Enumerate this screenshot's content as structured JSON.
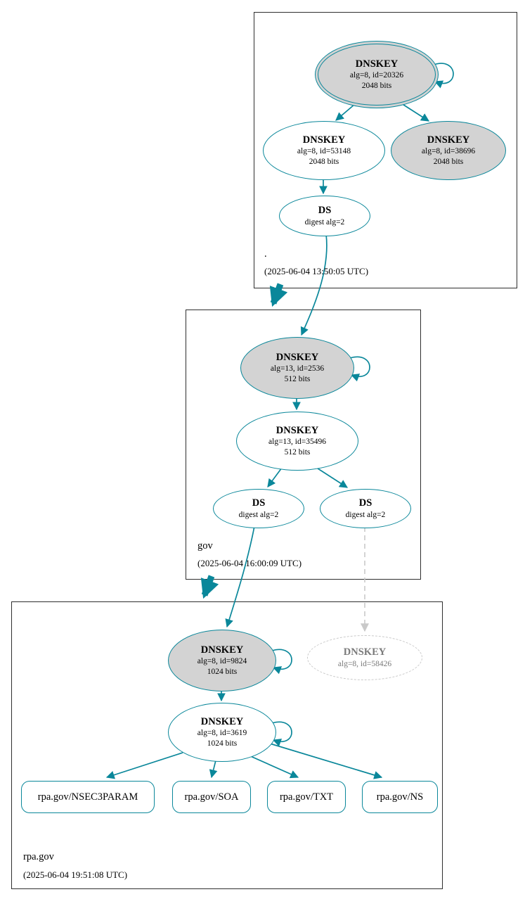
{
  "root_zone": {
    "label": ".",
    "timestamp": "(2025-06-04 13:50:05 UTC)",
    "ksk": {
      "title": "DNSKEY",
      "line2": "alg=8, id=20326",
      "line3": "2048 bits"
    },
    "zsk": {
      "title": "DNSKEY",
      "line2": "alg=8, id=53148",
      "line3": "2048 bits"
    },
    "key2": {
      "title": "DNSKEY",
      "line2": "alg=8, id=38696",
      "line3": "2048 bits"
    },
    "ds": {
      "title": "DS",
      "line2": "digest alg=2"
    }
  },
  "gov_zone": {
    "label": "gov",
    "timestamp": "(2025-06-04 16:00:09 UTC)",
    "ksk": {
      "title": "DNSKEY",
      "line2": "alg=13, id=2536",
      "line3": "512 bits"
    },
    "zsk": {
      "title": "DNSKEY",
      "line2": "alg=13, id=35496",
      "line3": "512 bits"
    },
    "ds_left": {
      "title": "DS",
      "line2": "digest alg=2"
    },
    "ds_right": {
      "title": "DS",
      "line2": "digest alg=2"
    }
  },
  "rpa_zone": {
    "label": "rpa.gov",
    "timestamp": "(2025-06-04 19:51:08 UTC)",
    "ksk": {
      "title": "DNSKEY",
      "line2": "alg=8, id=9824",
      "line3": "1024 bits"
    },
    "missing_key": {
      "title": "DNSKEY",
      "line2": "alg=8, id=58426"
    },
    "zsk": {
      "title": "DNSKEY",
      "line2": "alg=8, id=3619",
      "line3": "1024 bits"
    },
    "rrsets": [
      {
        "label": "rpa.gov/NSEC3PARAM"
      },
      {
        "label": "rpa.gov/SOA"
      },
      {
        "label": "rpa.gov/TXT"
      },
      {
        "label": "rpa.gov/NS"
      }
    ]
  },
  "colors": {
    "secure_edge": "#0a879a",
    "key_fill": "#d3d3d3",
    "insecure_dashed": "#c9c9c9",
    "border": "#2e2e2e"
  }
}
